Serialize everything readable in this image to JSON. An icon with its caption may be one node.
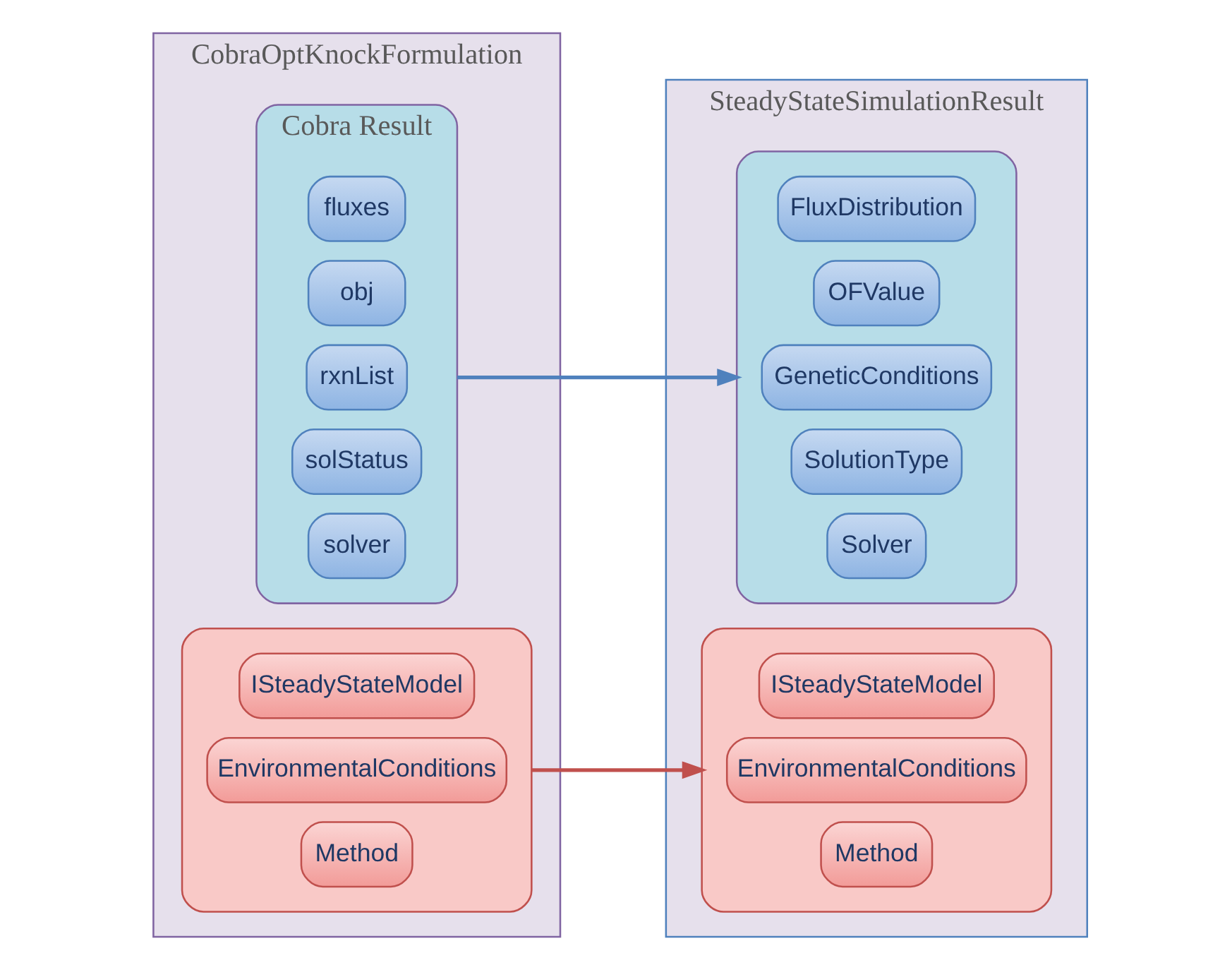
{
  "diagram": {
    "nodes": [
      {
        "text": [
          "CobraOptKnockFormulation"
        ]
      },
      {
        "text": [
          "Cobra Result"
        ],
        "in": 0
      },
      {
        "text": [
          "fluxes"
        ],
        "in": 1
      },
      {
        "text": [
          "obj"
        ],
        "in": 1
      },
      {
        "text": [
          "rxnList"
        ],
        "in": 1
      },
      {
        "text": [
          "solStatus"
        ],
        "in": 1
      },
      {
        "text": [
          "solver"
        ],
        "in": 1
      },
      {
        "text": [],
        "shape": "box",
        "in": 0
      },
      {
        "text": [
          "ISteadyStateModel"
        ],
        "in": 7
      },
      {
        "text": [
          "EnvironmentalConditions"
        ],
        "in": 7
      },
      {
        "text": [
          "Method"
        ],
        "in": 7
      },
      {
        "text": [
          "SteadyStateSimulationResult"
        ]
      },
      {
        "text": [],
        "shape": "box",
        "in": 11
      },
      {
        "text": [
          "FluxDistribution"
        ],
        "in": 12
      },
      {
        "text": [
          "OFValue"
        ],
        "in": 12
      },
      {
        "text": [
          "GeneticConditions"
        ],
        "in": 12
      },
      {
        "text": [
          "SolutionType"
        ],
        "in": 12
      },
      {
        "text": [
          "Solver"
        ],
        "in": 12
      },
      {
        "text": [],
        "shape": "box",
        "in": 11
      },
      {
        "text": [
          "ISteadyStateModel"
        ],
        "in": 18
      },
      {
        "text": [
          "EnvironmentalConditions"
        ],
        "in": 18
      },
      {
        "text": [
          "Method"
        ],
        "in": 18
      }
    ],
    "edges": [
      {
        "from": 1,
        "to": 12,
        "arrow": "to",
        "color": "#4f81bd"
      },
      {
        "from": 7,
        "to": 18,
        "arrow": "to",
        "color": "#c0504d"
      }
    ]
  }
}
